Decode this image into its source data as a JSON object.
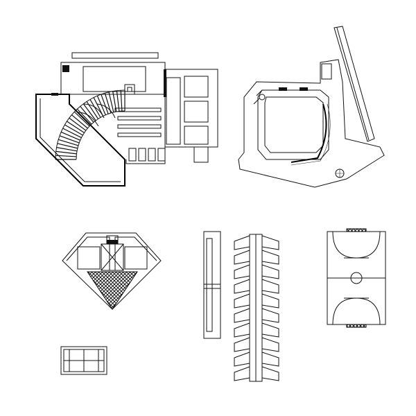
{
  "drawing": {
    "colors": {
      "line": "#111111",
      "background": "#ffffff",
      "hatch": "#111111"
    },
    "items": [
      {
        "id": "auditorium-floor-plan",
        "kind": "building floor plan (fan-shaped auditorium)"
      },
      {
        "id": "stadium-site-plan",
        "kind": "site plan with angled wing"
      },
      {
        "id": "diamond-plan",
        "kind": "diamond-shaped pavilion plan with hatched floor"
      },
      {
        "id": "long-strip-plan",
        "kind": "narrow linear plan"
      },
      {
        "id": "spine-tower-plan",
        "kind": "stacked sawtooth tower plan"
      },
      {
        "id": "handball-court",
        "kind": "sports court with center circle and goal areas"
      },
      {
        "id": "tennis-court-small",
        "kind": "small court block"
      }
    ]
  }
}
